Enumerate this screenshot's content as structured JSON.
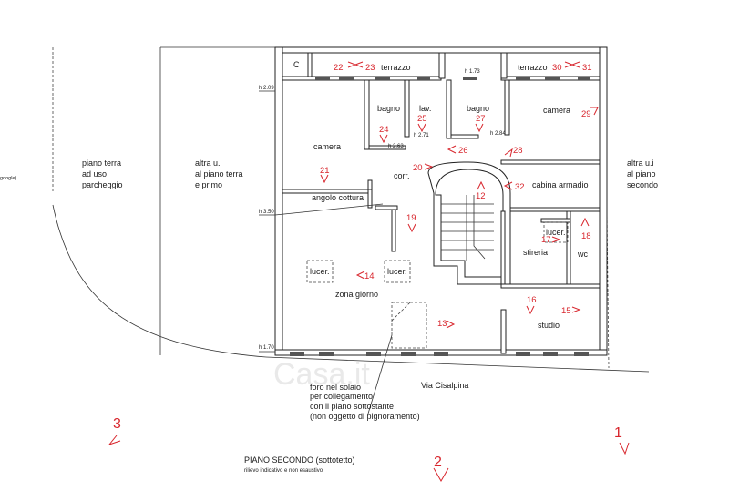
{
  "title": "PIANO SECONDO (sottotetto)",
  "subtitle": "rilievo indicativo e non esaustivo",
  "street": "Via Cisalpina",
  "watermark": "Casa.it",
  "left_edge_note": "google)",
  "outside_labels": {
    "parking": [
      "piano terra",
      "ad uso",
      "parcheggio"
    ],
    "other_unit_left": [
      "altra u.i",
      "al piano terra",
      "e primo"
    ],
    "other_unit_right": [
      "altra u.i",
      "al piano",
      "secondo"
    ]
  },
  "rooms": {
    "c": "C",
    "terrace_left": "terrazzo",
    "terrace_right": "terrazzo",
    "bagno_left": "bagno",
    "lav": "lav.",
    "bagno_right": "bagno",
    "camera_right": "camera",
    "camera_left": "camera",
    "corr": "corr.",
    "cabina": "cabina armadio",
    "angolo": "angolo cottura",
    "zona": "zona giorno",
    "lucer1": "lucer.",
    "lucer2": "lucer.",
    "lucer3": "lucer.",
    "stireria": "stireria",
    "wc": "wc",
    "studio": "studio"
  },
  "heights": {
    "h209": "h 2.09",
    "h173": "h 1.73",
    "h271": "h 2.71",
    "h263": "h 2.63",
    "h284": "h 2.84",
    "h350": "h 3.50",
    "h170": "h 1.70"
  },
  "note": [
    "foro nel solaio",
    "per collegamento",
    "con il piano sottostante",
    "(non oggetto di pignoramento)"
  ],
  "photo_markers": [
    "12",
    "13",
    "14",
    "15",
    "16",
    "17",
    "18",
    "19",
    "20",
    "21",
    "22",
    "23",
    "24",
    "25",
    "26",
    "27",
    "28",
    "29",
    "30",
    "31",
    "32"
  ],
  "view_markers": [
    "1",
    "2",
    "3"
  ],
  "colors": {
    "marker": "#d8262d",
    "line": "#222222",
    "background": "#ffffff"
  }
}
